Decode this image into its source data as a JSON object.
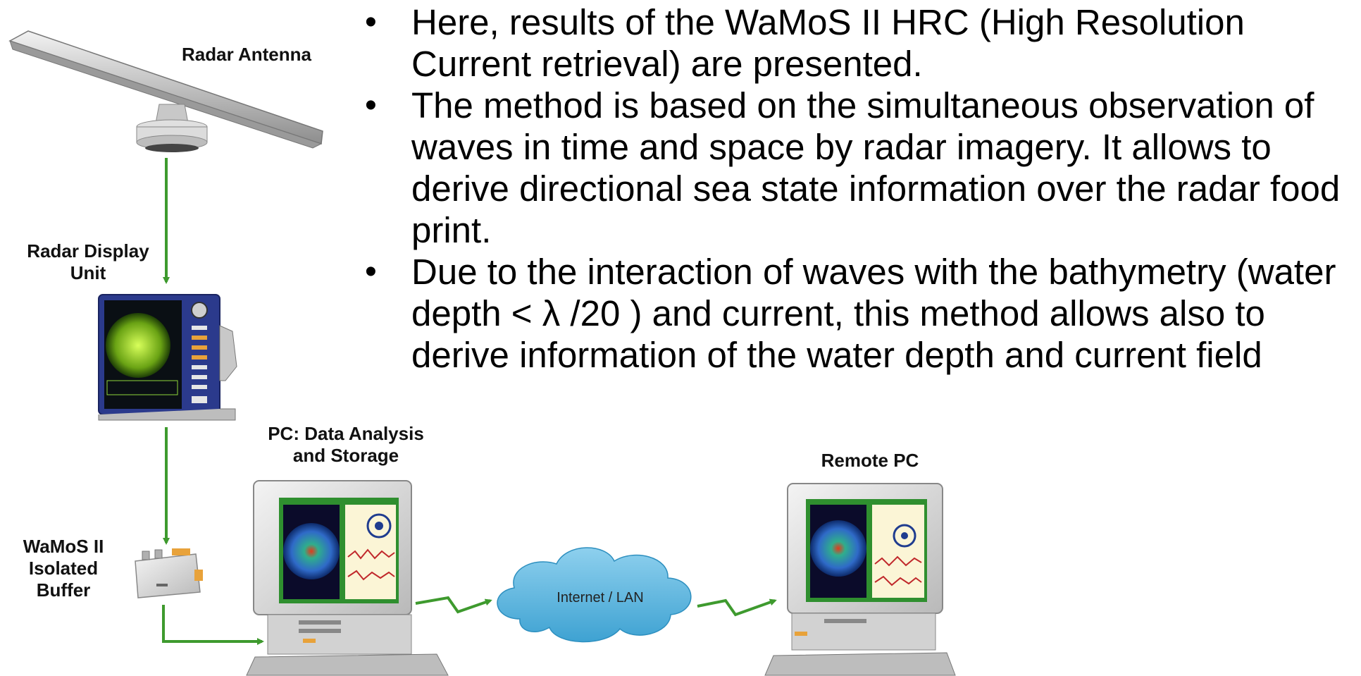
{
  "bullets": [
    "Here, results of the WaMoS II HRC (High Resolution Current retrieval) are presented.",
    "The method is based on the simultaneous observation of waves in time and space by radar imagery. It allows to derive directional sea state information over the radar food print.",
    "Due to the interaction of waves with the bathymetry (water depth < λ /20 )  and current, this method allows also to derive information of the water depth and current field"
  ],
  "labels": {
    "radar_antenna": "Radar Antenna",
    "radar_display_unit": "Radar Display Unit",
    "wamos_buffer": "WaMoS II Isolated Buffer",
    "pc_analysis": "PC: Data Analysis and Storage",
    "remote_pc": "Remote PC",
    "network": "Internet / LAN"
  },
  "colors": {
    "arrow": "#3e9a2e",
    "cloud": "#5ab4dc",
    "screen_frame": "#2f8f2f",
    "display_unit": "#2b3a8c"
  },
  "icons": [
    "radar-antenna-icon",
    "radar-display-icon",
    "buffer-box-icon",
    "desktop-pc-icon",
    "cloud-icon"
  ]
}
